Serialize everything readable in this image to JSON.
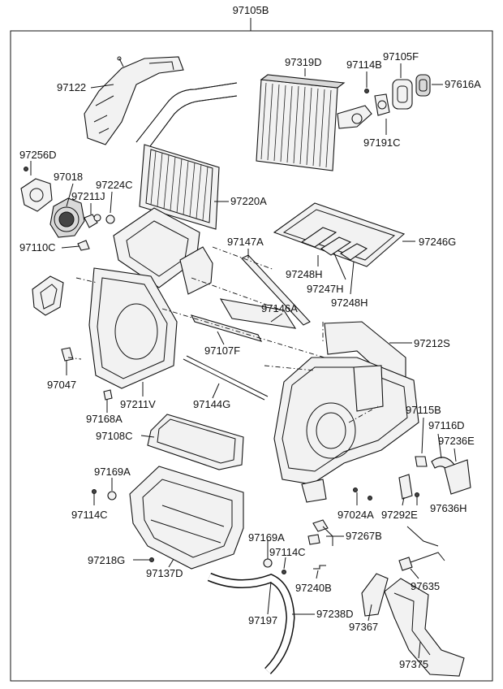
{
  "labels": {
    "p97105B": "97105B",
    "p97122": "97122",
    "p97319D": "97319D",
    "p97114B": "97114B",
    "p97105F": "97105F",
    "p97616A": "97616A",
    "p97191C": "97191C",
    "p97256D": "97256D",
    "p97018": "97018",
    "p97211J": "97211J",
    "p97224C": "97224C",
    "p97220A": "97220A",
    "p97147A": "97147A",
    "p97246G": "97246G",
    "p97110C": "97110C",
    "p97248H_a": "97248H",
    "p97247H": "97247H",
    "p97248H_b": "97248H",
    "p97146A": "97146A",
    "p97212S": "97212S",
    "p97107F": "97107F",
    "p97047": "97047",
    "p97211V": "97211V",
    "p97144G": "97144G",
    "p97115B": "97115B",
    "p97168A": "97168A",
    "p97116D": "97116D",
    "p97108C": "97108C",
    "p97236E": "97236E",
    "p97169A_a": "97169A",
    "p97114C_a": "97114C",
    "p97024A": "97024A",
    "p97292E": "97292E",
    "p97636H": "97636H",
    "p97267B": "97267B",
    "p97169A_b": "97169A",
    "p97114C_b": "97114C",
    "p97218G": "97218G",
    "p97137D": "97137D",
    "p97240B": "97240B",
    "p97635": "97635",
    "p97197": "97197",
    "p97238D": "97238D",
    "p97367": "97367",
    "p97375": "97375"
  }
}
